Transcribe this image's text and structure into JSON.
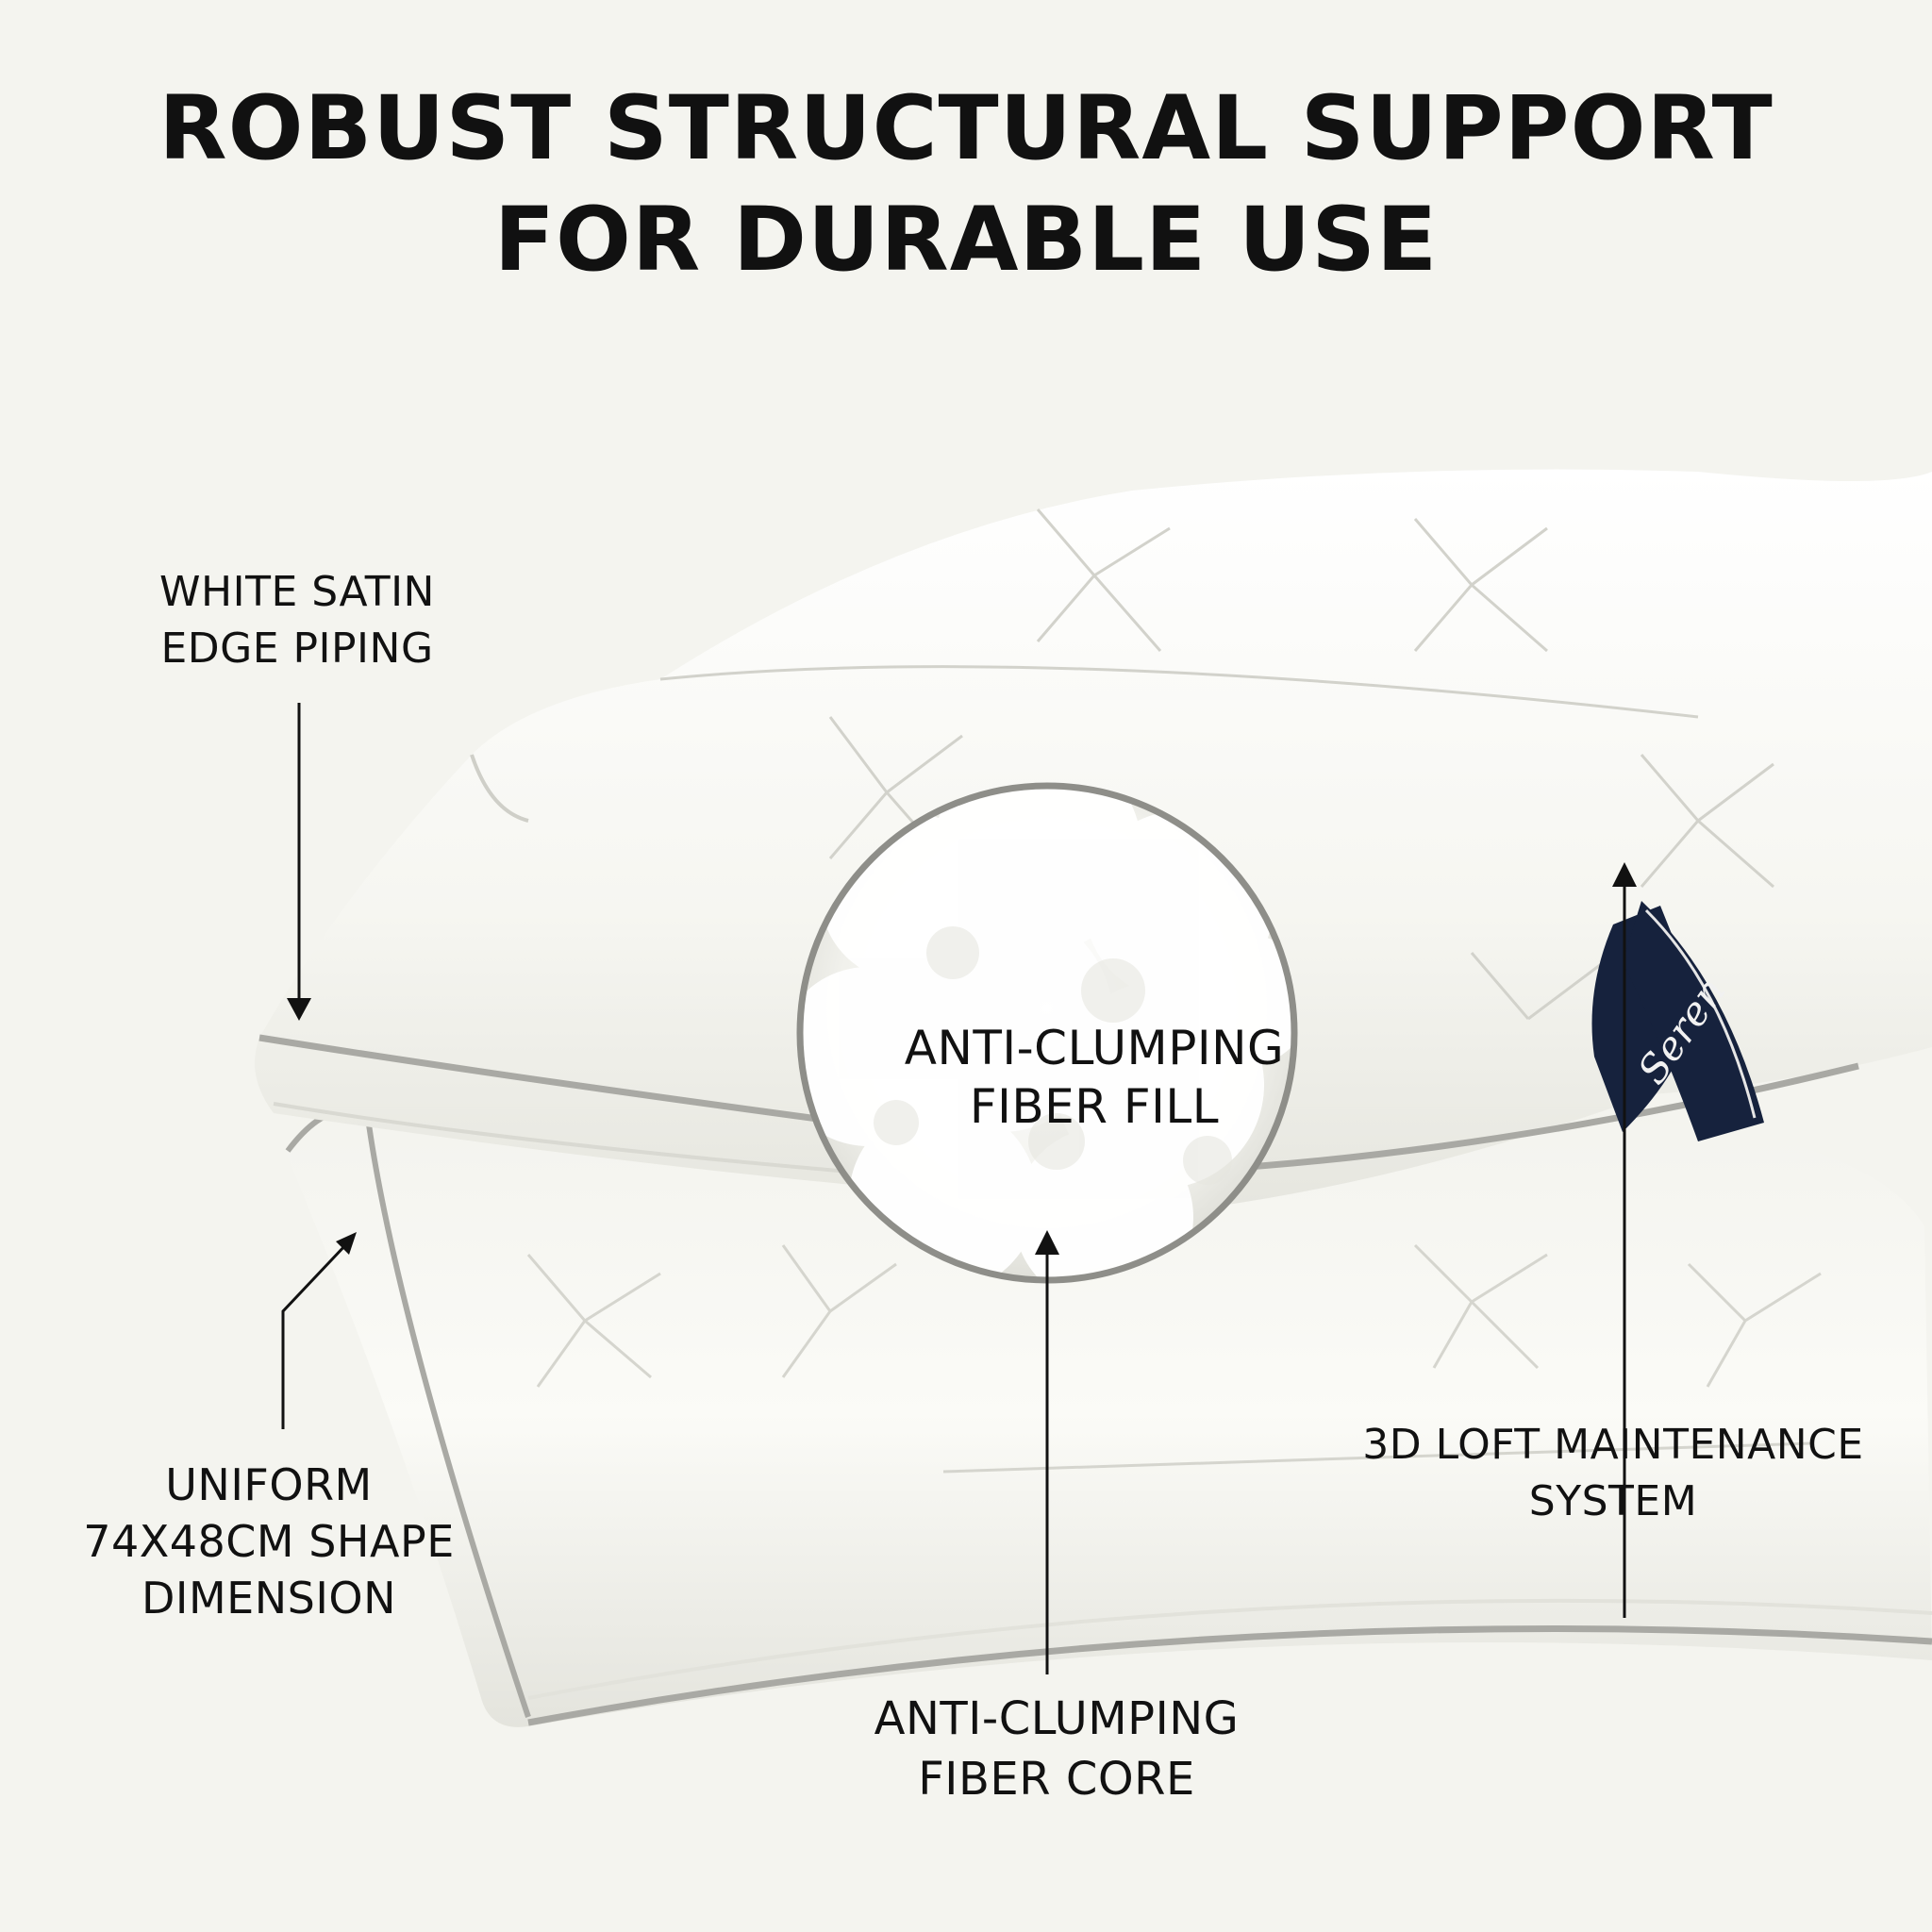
{
  "headline": {
    "line1": "ROBUST STRUCTURAL SUPPORT",
    "line2": "FOR DURABLE USE"
  },
  "callouts": {
    "edge_piping": {
      "line1": "WHITE SATIN",
      "line2": "EDGE PIPING"
    },
    "shape_dimension": {
      "line1": "UNIFORM",
      "line2": "74X48CM SHAPE",
      "line3": "DIMENSION"
    },
    "fiber_fill": {
      "line1": "ANTI-CLUMPING",
      "line2": "FIBER FILL"
    },
    "fiber_core": {
      "line1": "ANTI-CLUMPING",
      "line2": "FIBER CORE"
    },
    "loft_system": {
      "line1": "3D LOFT MAINTENANCE",
      "line2": "SYSTEM"
    }
  },
  "brand_tag": {
    "text": "Seren"
  },
  "colors": {
    "background": "#f4f4ef",
    "pillow": "#fafaf6",
    "piping": "#a9a9a4",
    "tag": "#16223d",
    "text": "#111111"
  }
}
